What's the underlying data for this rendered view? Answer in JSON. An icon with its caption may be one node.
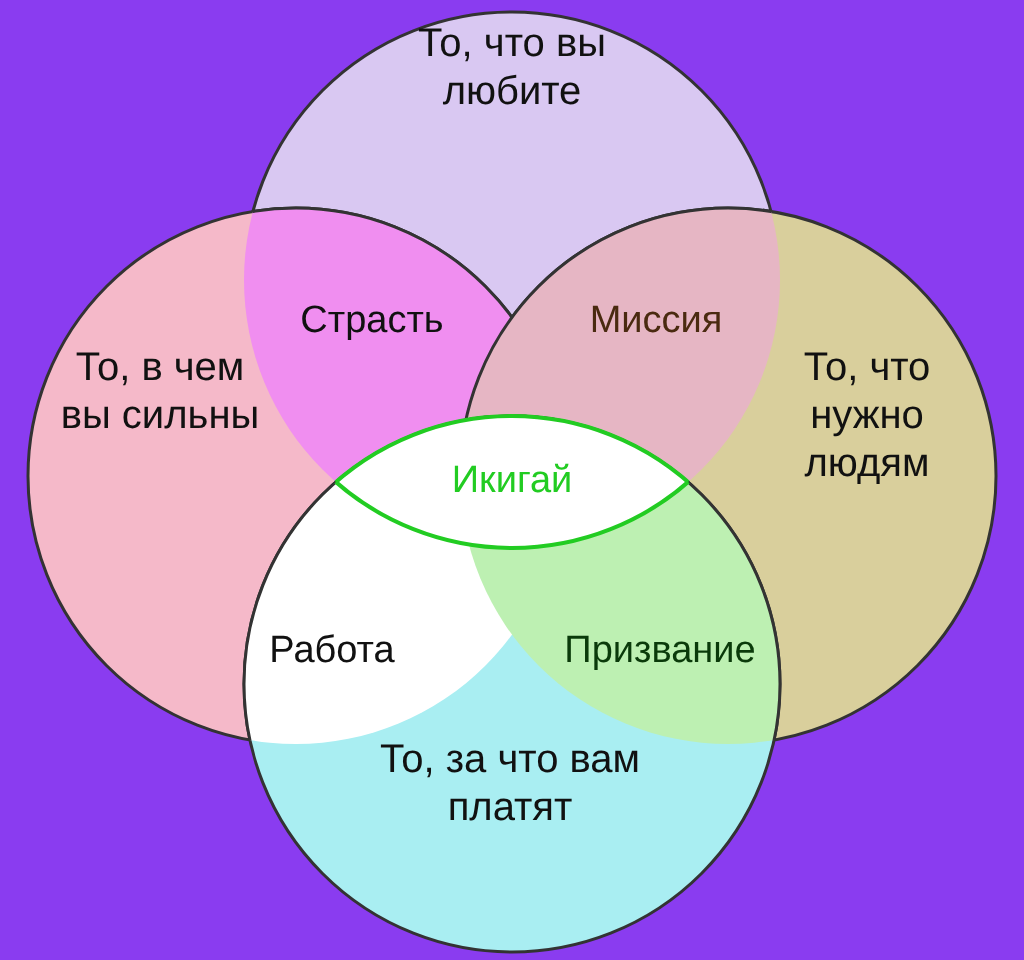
{
  "diagram": {
    "nodes": [
      {
        "text": [
          "То, что вы любите"
        ]
      },
      {
        "text": [
          "То, в чем вы сильны"
        ]
      },
      {
        "text": [
          "То, что нужно людям"
        ]
      },
      {
        "text": [
          "То, за что вам платят"
        ]
      }
    ],
    "labels": [
      "Страсть",
      "Миссия",
      "Икигай",
      "Работа",
      "Призвание"
    ]
  }
}
